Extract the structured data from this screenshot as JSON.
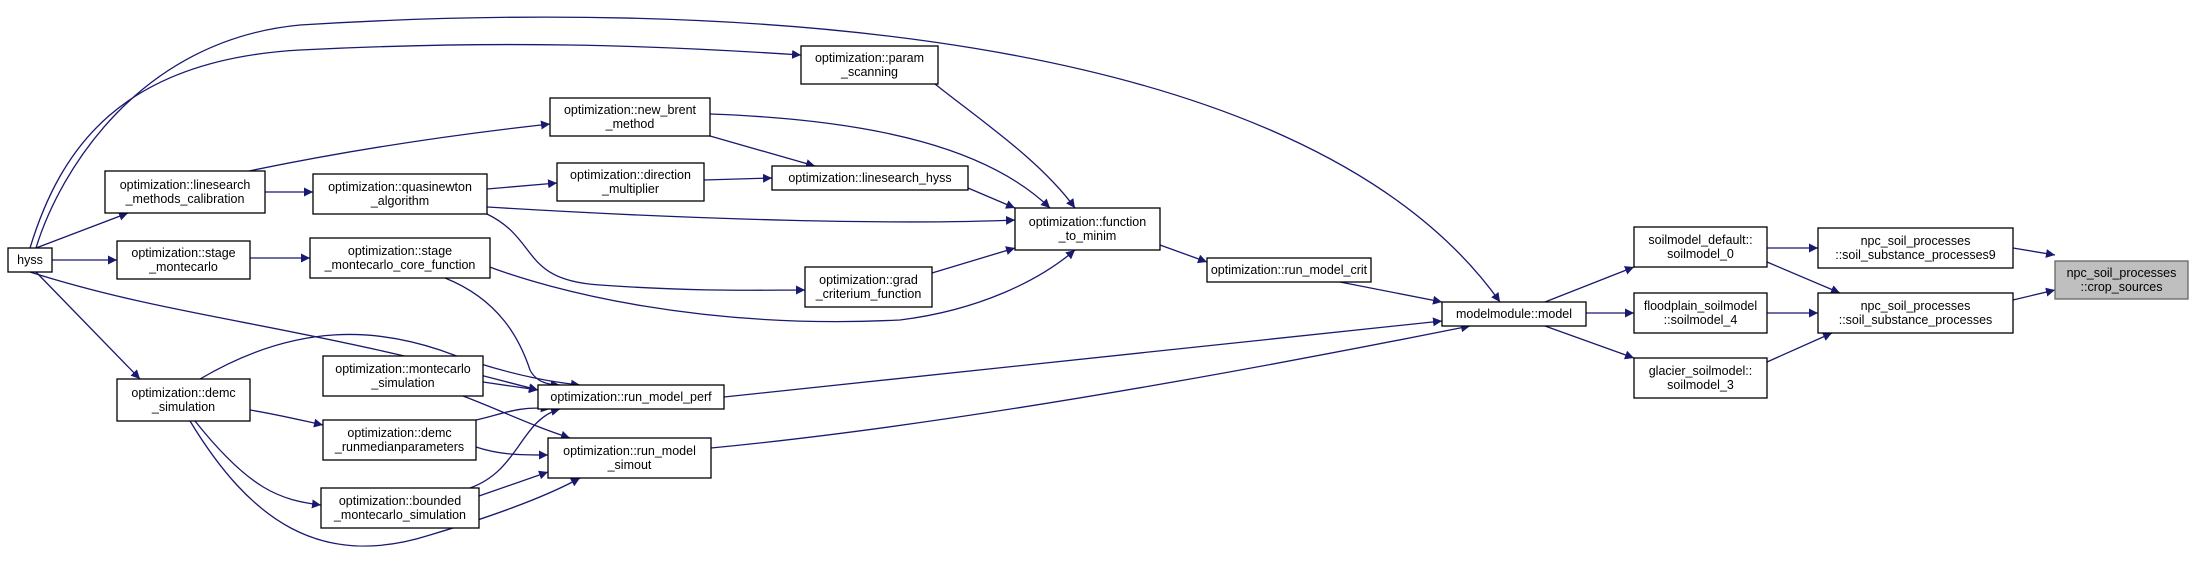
{
  "graph": {
    "title": "",
    "colors": {
      "edge": "#191970",
      "node_border": "#000000",
      "root_fill": "#bfbfbf",
      "background": "#ffffff"
    },
    "nodes": [
      {
        "id": "hyss",
        "lines": [
          "hyss"
        ]
      },
      {
        "id": "ls_calib",
        "lines": [
          "optimization::linesearch",
          "_methods_calibration"
        ]
      },
      {
        "id": "stage_mc",
        "lines": [
          "optimization::stage",
          "_montecarlo"
        ]
      },
      {
        "id": "demc_sim",
        "lines": [
          "optimization::demc",
          "_simulation"
        ]
      },
      {
        "id": "new_brent",
        "lines": [
          "optimization::new_brent",
          "_method"
        ]
      },
      {
        "id": "quasinewton",
        "lines": [
          "optimization::quasinewton",
          "_algorithm"
        ]
      },
      {
        "id": "stage_mc_core",
        "lines": [
          "optimization::stage",
          "_montecarlo_core_function"
        ]
      },
      {
        "id": "mc_sim",
        "lines": [
          "optimization::montecarlo",
          "_simulation"
        ]
      },
      {
        "id": "demc_run",
        "lines": [
          "optimization::demc",
          "_runmedianparameters"
        ]
      },
      {
        "id": "bounded_mc",
        "lines": [
          "optimization::bounded",
          "_montecarlo_simulation"
        ]
      },
      {
        "id": "param_scan",
        "lines": [
          "optimization::param",
          "_scanning"
        ]
      },
      {
        "id": "direction",
        "lines": [
          "optimization::direction",
          "_multiplier"
        ]
      },
      {
        "id": "ls_hyss",
        "lines": [
          "optimization::linesearch_hyss"
        ]
      },
      {
        "id": "grad_crit",
        "lines": [
          "optimization::grad",
          "_criterium_function"
        ]
      },
      {
        "id": "run_perf",
        "lines": [
          "optimization::run_model_perf"
        ]
      },
      {
        "id": "run_simout",
        "lines": [
          "optimization::run_model",
          "_simout"
        ]
      },
      {
        "id": "func_minim",
        "lines": [
          "optimization::function",
          "_to_minim"
        ]
      },
      {
        "id": "run_crit",
        "lines": [
          "optimization::run_model_crit"
        ]
      },
      {
        "id": "model",
        "lines": [
          "modelmodule::model"
        ]
      },
      {
        "id": "soilmodel0",
        "lines": [
          "soilmodel_default::",
          "soilmodel_0"
        ]
      },
      {
        "id": "soilmodel4",
        "lines": [
          "floodplain_soilmodel",
          "::soilmodel_4"
        ]
      },
      {
        "id": "soilmodel3",
        "lines": [
          "glacier_soilmodel::",
          "soilmodel_3"
        ]
      },
      {
        "id": "ssp9",
        "lines": [
          "npc_soil_processes",
          "::soil_substance_processes9"
        ]
      },
      {
        "id": "ssp",
        "lines": [
          "npc_soil_processes",
          "::soil_substance_processes"
        ]
      },
      {
        "id": "crop",
        "lines": [
          "npc_soil_processes",
          "::crop_sources"
        ],
        "root": true
      }
    ]
  }
}
